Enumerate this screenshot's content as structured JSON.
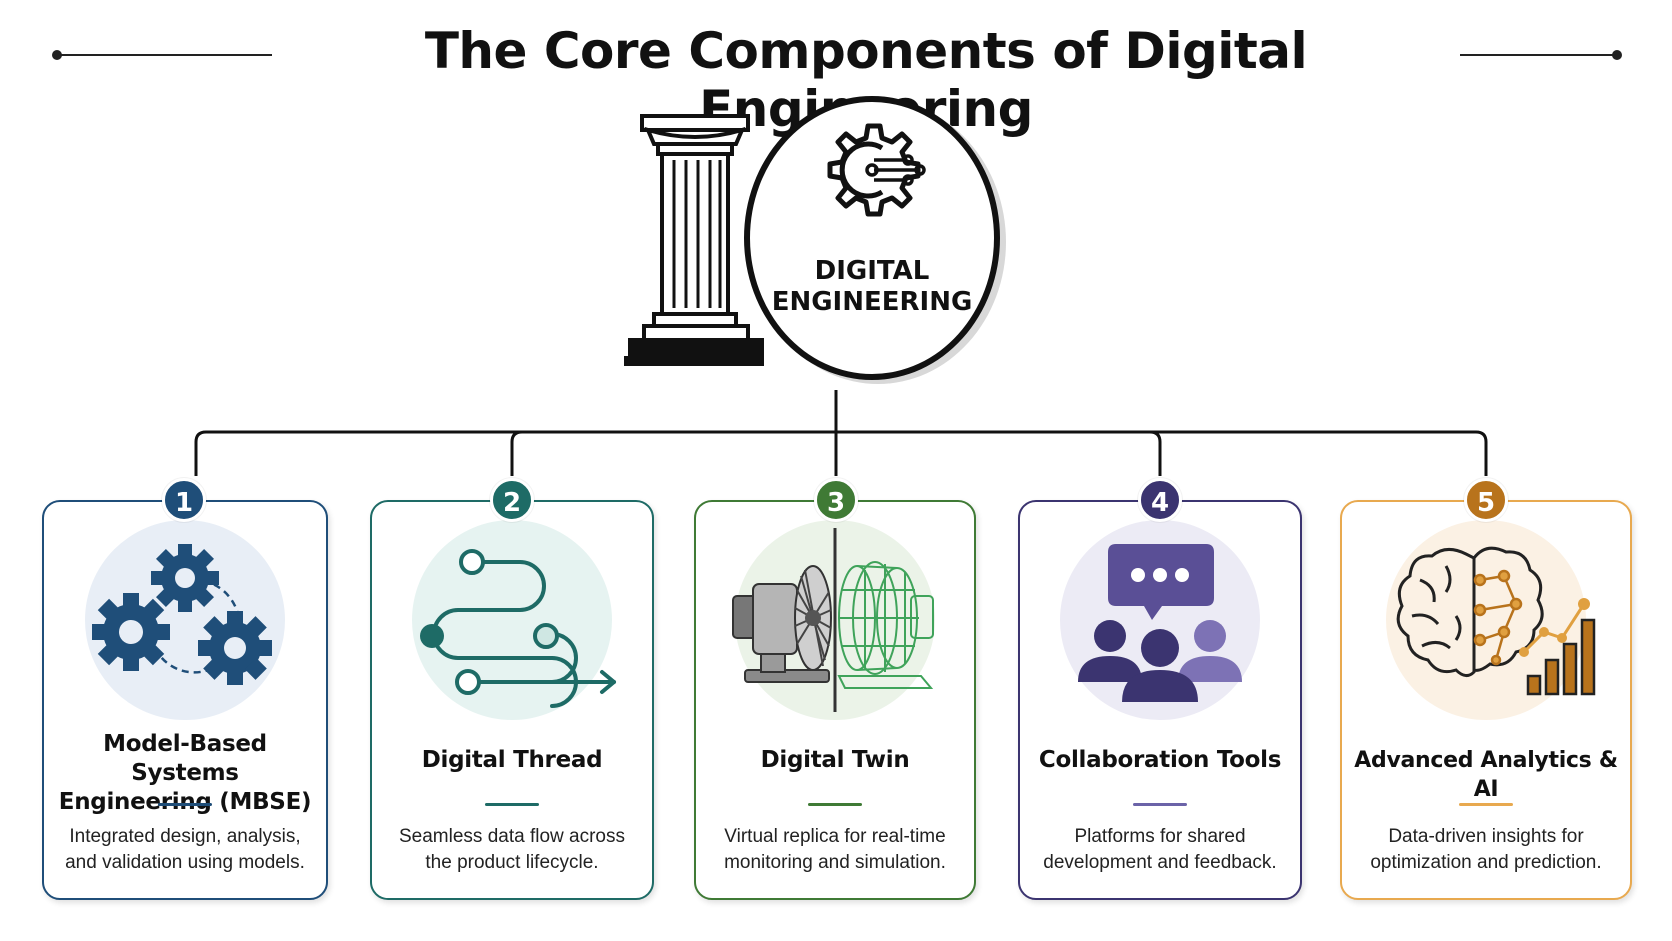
{
  "header": {
    "title": "The Core Components of Digital Engineering"
  },
  "hub": {
    "label_line1": "DIGITAL",
    "label_line2": "ENGINEERING",
    "icons": [
      "pillar-icon",
      "gear-circuit-icon"
    ]
  },
  "components": [
    {
      "number": "1",
      "title_line1": "Model-Based Systems",
      "title_line2": "Engineering (MBSE)",
      "description_line1": "Integrated design, analysis,",
      "description_line2": "and validation using models.",
      "color": "#1f4e79",
      "tint": "#e8eef6",
      "icon": "gears-icon"
    },
    {
      "number": "2",
      "title_line1": "Digital Thread",
      "title_line2": "",
      "description_line1": "Seamless data flow across",
      "description_line2": "the product lifecycle.",
      "color": "#1e6b66",
      "tint": "#e6f3f1",
      "icon": "thread-path-icon"
    },
    {
      "number": "3",
      "title_line1": "Digital Twin",
      "title_line2": "",
      "description_line1": "Virtual replica for real-time",
      "description_line2": "monitoring and simulation.",
      "color": "#3f7a35",
      "tint": "#ebf3e8",
      "icon": "turbine-twin-icon"
    },
    {
      "number": "4",
      "title_line1": "Collaboration Tools",
      "title_line2": "",
      "description_line1": "Platforms for shared",
      "description_line2": "development and feedback.",
      "color": "#3b3470",
      "tint": "#ecebf5",
      "icon": "team-chat-icon"
    },
    {
      "number": "5",
      "title_line1": "Advanced Analytics & AI",
      "title_line2": "",
      "description_line1": "Data-driven insights for",
      "description_line2": "optimization and prediction.",
      "color": "#b8731c",
      "tint": "#fbf1e4",
      "icon": "brain-chart-icon"
    }
  ]
}
